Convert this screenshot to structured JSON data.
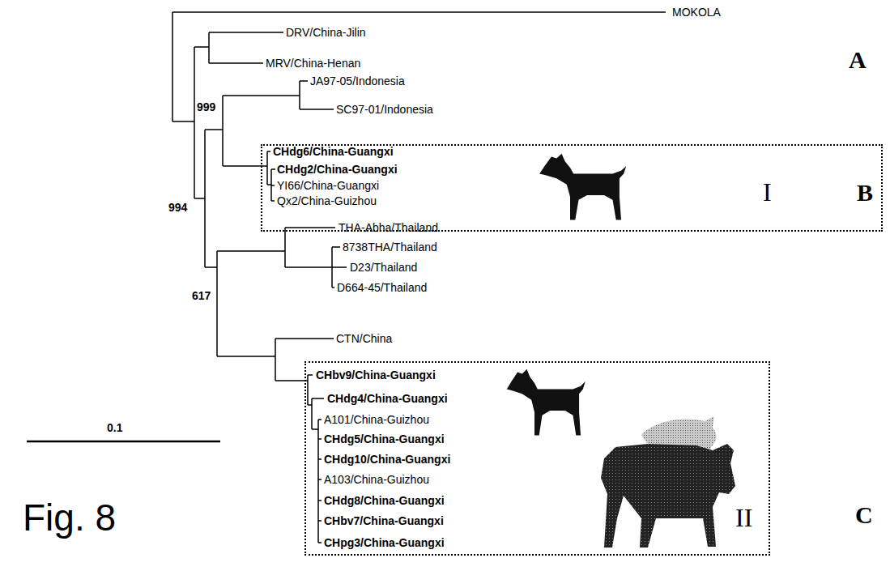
{
  "diagram": {
    "caption": "Fig. 8",
    "nodes": [
      {
        "text": [
          "I"
        ]
      },
      {
        "text": [
          "II"
        ]
      }
    ],
    "edges": [],
    "labels": [
      "MOKOLA",
      "DRV/China-Jilin",
      "MRV/China-Henan",
      "A",
      "999",
      "JA97-05/Indonesia",
      "SC97-01/Indonesia",
      "CHdg6/China-Guangxi",
      "CHdg2/China-Guangxi",
      "YI66/China-Guangxi",
      "Qx2/China-Guizhou",
      "B",
      "994",
      "THA-Abha/Thailand",
      "8738THA/Thailand",
      "D23/Thailand",
      "D664-45/Thailand",
      "617",
      "0.1",
      "CTN/China",
      "CHbv9/China-Guangxi",
      "CHdg4/China-Guangxi",
      "A101/China-Guizhou",
      "CHdg5/China-Guangxi",
      "CHdg10/China-Guangxi",
      "A103/China-Guizhou",
      "CHdg8/China-Guangxi",
      "CHbv7/China-Guangxi",
      "CHpg3/China-Guangxi",
      "C"
    ]
  }
}
